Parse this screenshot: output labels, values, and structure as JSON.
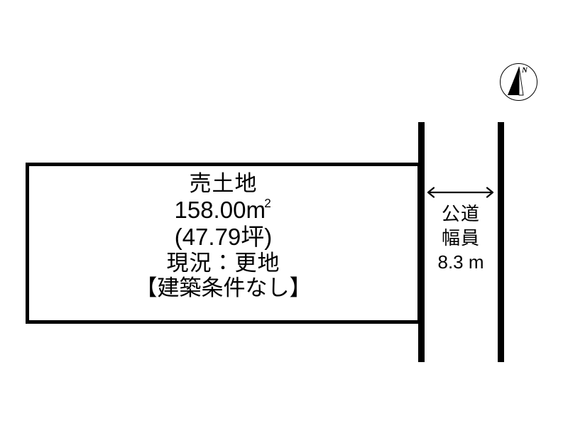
{
  "diagram": {
    "type": "land-plot-floorplan",
    "background_color": "#ffffff",
    "line_color": "#000000",
    "plot": {
      "title": "売土地",
      "area_number": "158.00",
      "area_unit": "m",
      "area_unit_superscript": "2",
      "tsubo": "(47.79坪)",
      "status": "現況：更地",
      "note": "【建築条件なし】"
    },
    "road": {
      "label_line1": "公道",
      "label_line2": "幅員",
      "width_measure": "8.3 m",
      "arrow_icon": "double-headed-horizontal-arrow-icon"
    },
    "compass": {
      "north_label": "N",
      "icon": "compass-north-icon"
    }
  }
}
